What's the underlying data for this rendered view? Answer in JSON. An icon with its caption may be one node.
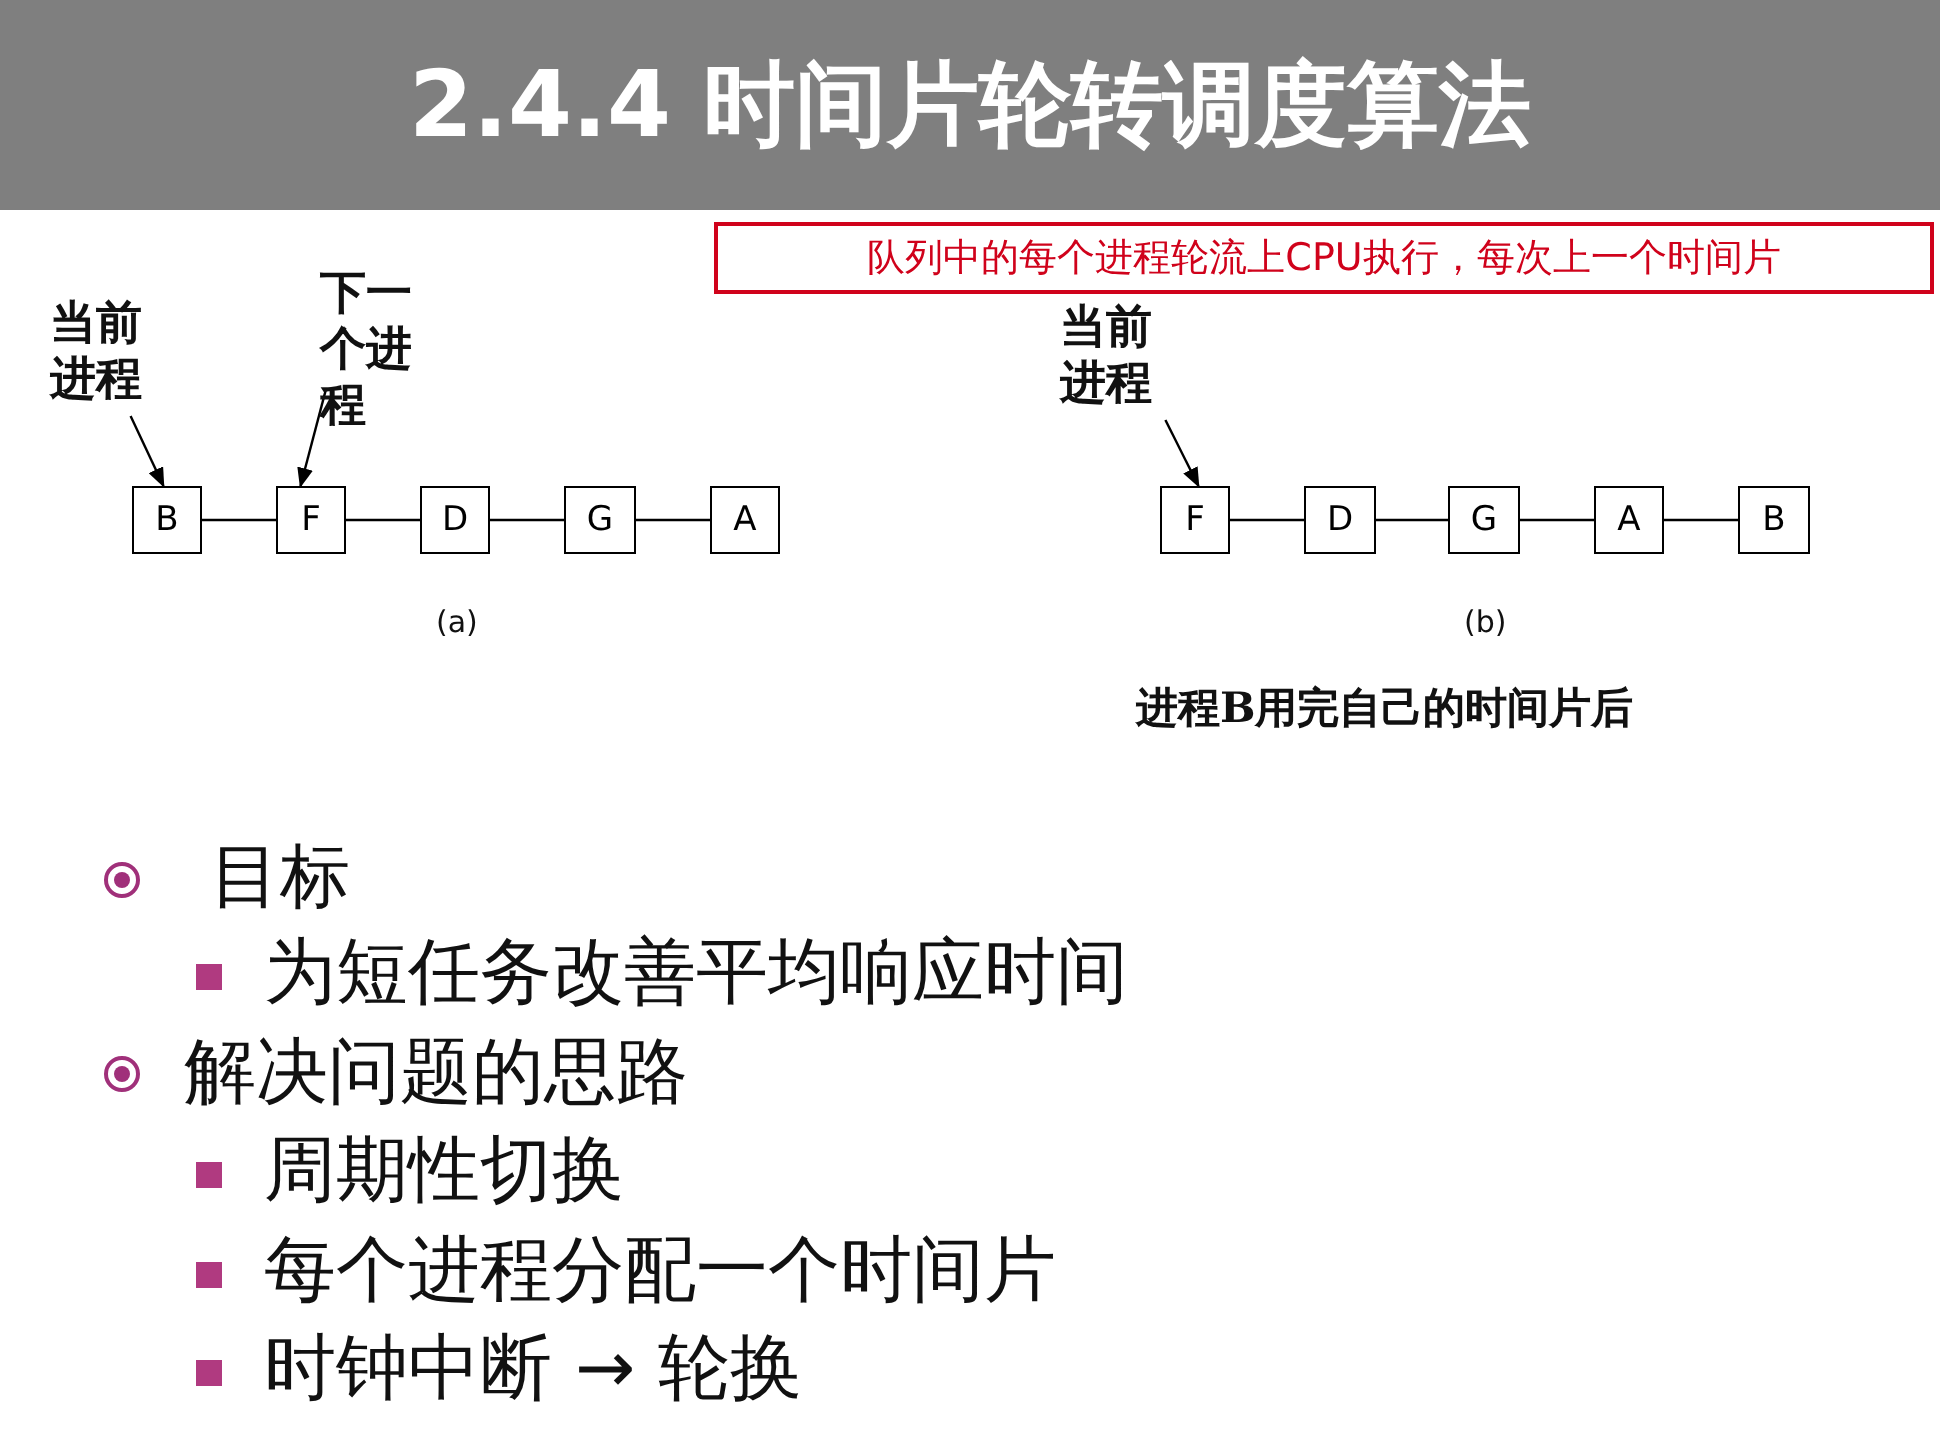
{
  "diagram": {
    "title": "2.4.4 时间片轮转调度算法",
    "nodes": [
      {
        "text": [
          "队列中的每个进程轮流上CPU执行，每次上一个时间片"
        ]
      },
      {
        "text": [
          "当前进程"
        ]
      },
      {
        "text": [
          "下一个进程"
        ]
      },
      {
        "text": [
          "B"
        ]
      },
      {
        "text": [
          "F"
        ]
      },
      {
        "text": [
          "D"
        ]
      },
      {
        "text": [
          "G"
        ]
      },
      {
        "text": [
          "A"
        ]
      },
      {
        "text": [
          "当前进程"
        ]
      },
      {
        "text": [
          "F"
        ]
      },
      {
        "text": [
          "D"
        ]
      },
      {
        "text": [
          "G"
        ]
      },
      {
        "text": [
          "A"
        ]
      },
      {
        "text": [
          "B"
        ]
      }
    ],
    "edges": [
      {
        "from": 1,
        "to": 3,
        "arrow": "to"
      },
      {
        "from": 2,
        "to": 4,
        "arrow": "to"
      },
      {
        "from": 3,
        "to": 4,
        "arrow": "none"
      },
      {
        "from": 4,
        "to": 5,
        "arrow": "none"
      },
      {
        "from": 5,
        "to": 6,
        "arrow": "none"
      },
      {
        "from": 6,
        "to": 7,
        "arrow": "none"
      },
      {
        "from": 8,
        "to": 9,
        "arrow": "to"
      },
      {
        "from": 9,
        "to": 10,
        "arrow": "none"
      },
      {
        "from": 10,
        "to": 11,
        "arrow": "none"
      },
      {
        "from": 11,
        "to": 12,
        "arrow": "none"
      },
      {
        "from": 12,
        "to": 13,
        "arrow": "none"
      }
    ],
    "labels": [
      "(a)",
      "(b)",
      "进程B用完自己的时间片后",
      "目标",
      "为短任务改善平均响应时间",
      "解决问题的思路",
      "周期性切换",
      "每个进程分配一个时间片",
      "时钟中断 → 轮换"
    ]
  }
}
